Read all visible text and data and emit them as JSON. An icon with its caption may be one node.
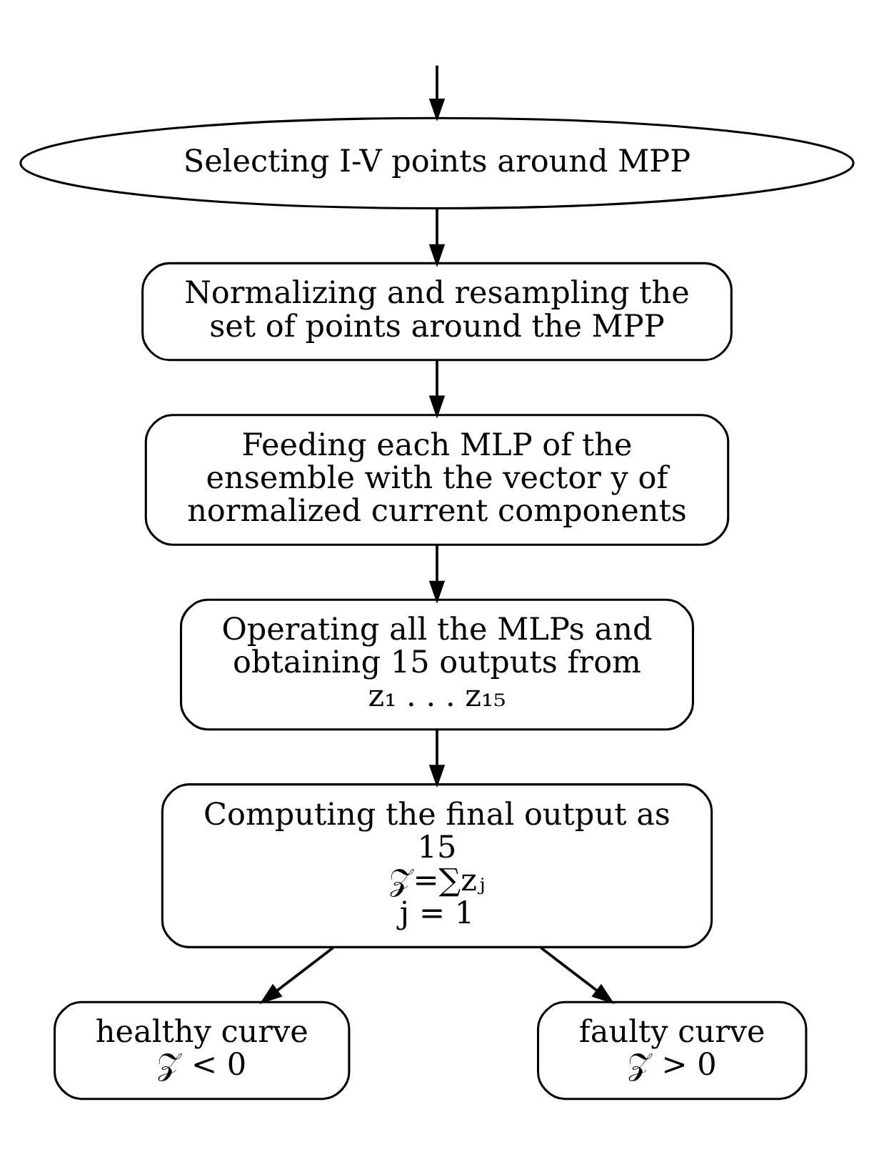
{
  "diagram": {
    "nodes": [
      {
        "text": [
          "Selecting I-V points around MPP"
        ]
      },
      {
        "text": [
          "Normalizing and resampling the set of points around the MPP"
        ]
      },
      {
        "text": [
          "Feeding each MLP of the ensemble with the vector y of normalized current components"
        ]
      },
      {
        "text": [
          "Operating all the MLPs and obtaining 15 outputs from",
          "z₁ . . . z₁₅"
        ]
      },
      {
        "text": [
          "Computing the final output as",
          "15",
          "𝒵=∑zⱼ",
          "j = 1"
        ]
      },
      {
        "text": [
          "healthy curve",
          "𝒵 < 0"
        ]
      },
      {
        "text": [
          "faulty curve",
          "𝒵 > 0"
        ]
      }
    ],
    "edges": [
      {
        "from": null,
        "to": 0,
        "arrow": "to"
      },
      {
        "from": 0,
        "to": 1,
        "arrow": "to"
      },
      {
        "from": 1,
        "to": 2,
        "arrow": "to"
      },
      {
        "from": 2,
        "to": 3,
        "arrow": "to"
      },
      {
        "from": 3,
        "to": 4,
        "arrow": "to"
      },
      {
        "from": 4,
        "to": 5,
        "arrow": "to"
      },
      {
        "from": 4,
        "to": 6,
        "arrow": "to"
      }
    ]
  }
}
